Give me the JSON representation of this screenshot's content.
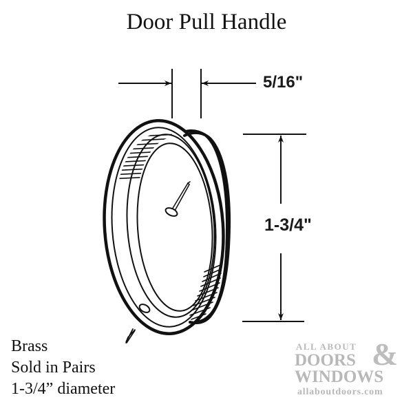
{
  "title": "Door Pull Handle",
  "dimensions": {
    "depth_label": "5/16\"",
    "diameter_label": "1-3/4\""
  },
  "specs": {
    "material": "Brass",
    "packaging": "Sold in Pairs",
    "size": "1-3/4” diameter"
  },
  "logo": {
    "line1": "ALL ABOUT",
    "line2": "DOORS",
    "ampersand": "&",
    "line3": "WINDOWS",
    "url": "allaboutdoors.com",
    "color": "#b8b8b8"
  },
  "colors": {
    "ink": "#111111",
    "background": "#ffffff"
  }
}
